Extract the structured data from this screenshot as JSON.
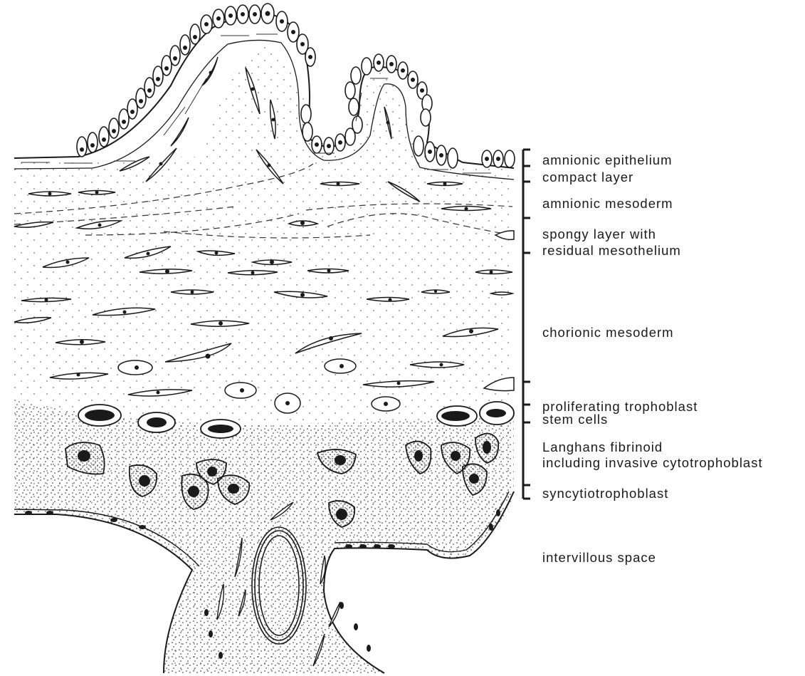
{
  "labels": {
    "amnionic_epithelium": "amnionic epithelium",
    "compact_layer": "compact layer",
    "amnionic_mesoderm": "amnionic  mesoderm",
    "spongy_layer_line1": "spongy layer with",
    "spongy_layer_line2": "residual mesothelium",
    "chorionic_mesoderm": "chorionic mesoderm",
    "proliferating_line1": "proliferating trophoblast",
    "proliferating_line2": "stem cells",
    "langhans_line1": "Langhans fibrinoid",
    "langhans_line2": "including invasive cytotrophoblast",
    "syncytiotrophoblast": "syncytiotrophoblast",
    "intervillous_space": "intervillous space"
  },
  "colors": {
    "ink": "#1a1a1a",
    "paper": "#ffffff"
  }
}
